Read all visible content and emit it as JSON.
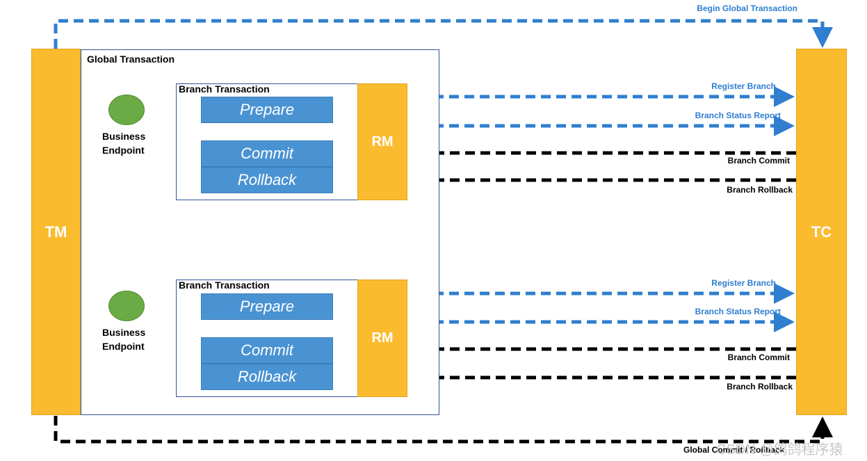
{
  "diagram": {
    "tm_label": "TM",
    "tc_label": "TC",
    "global_transaction_label": "Global Transaction",
    "begin_global_label": "Begin Global Transaction",
    "global_commit_label": "Global Commit / Rollback",
    "branches": [
      {
        "title": "Branch Transaction",
        "endpoint_line1": "Business",
        "endpoint_line2": "Endpoint",
        "prepare": "Prepare",
        "commit": "Commit",
        "rollback": "Rollback",
        "rm": "RM",
        "register": "Register Branch",
        "status": "Branch Status Report",
        "branch_commit": "Branch Commit",
        "branch_rollback": "Branch Rollback"
      },
      {
        "title": "Branch Transaction",
        "endpoint_line1": "Business",
        "endpoint_line2": "Endpoint",
        "prepare": "Prepare",
        "commit": "Commit",
        "rollback": "Rollback",
        "rm": "RM",
        "register": "Register Branch",
        "status": "Branch Status Report",
        "branch_commit": "Branch Commit",
        "branch_rollback": "Branch Rollback"
      }
    ],
    "watermark": "CSDN @鸽鸽程序猿",
    "colors": {
      "pillar": "#fbbb2e",
      "phase": "#4a93d3",
      "endpoint": "#6aab45",
      "blue_arrow": "#2f7ed0",
      "black_arrow": "#000000",
      "red_arrow": "#ff1a1a",
      "frame": "#2f5597"
    }
  }
}
